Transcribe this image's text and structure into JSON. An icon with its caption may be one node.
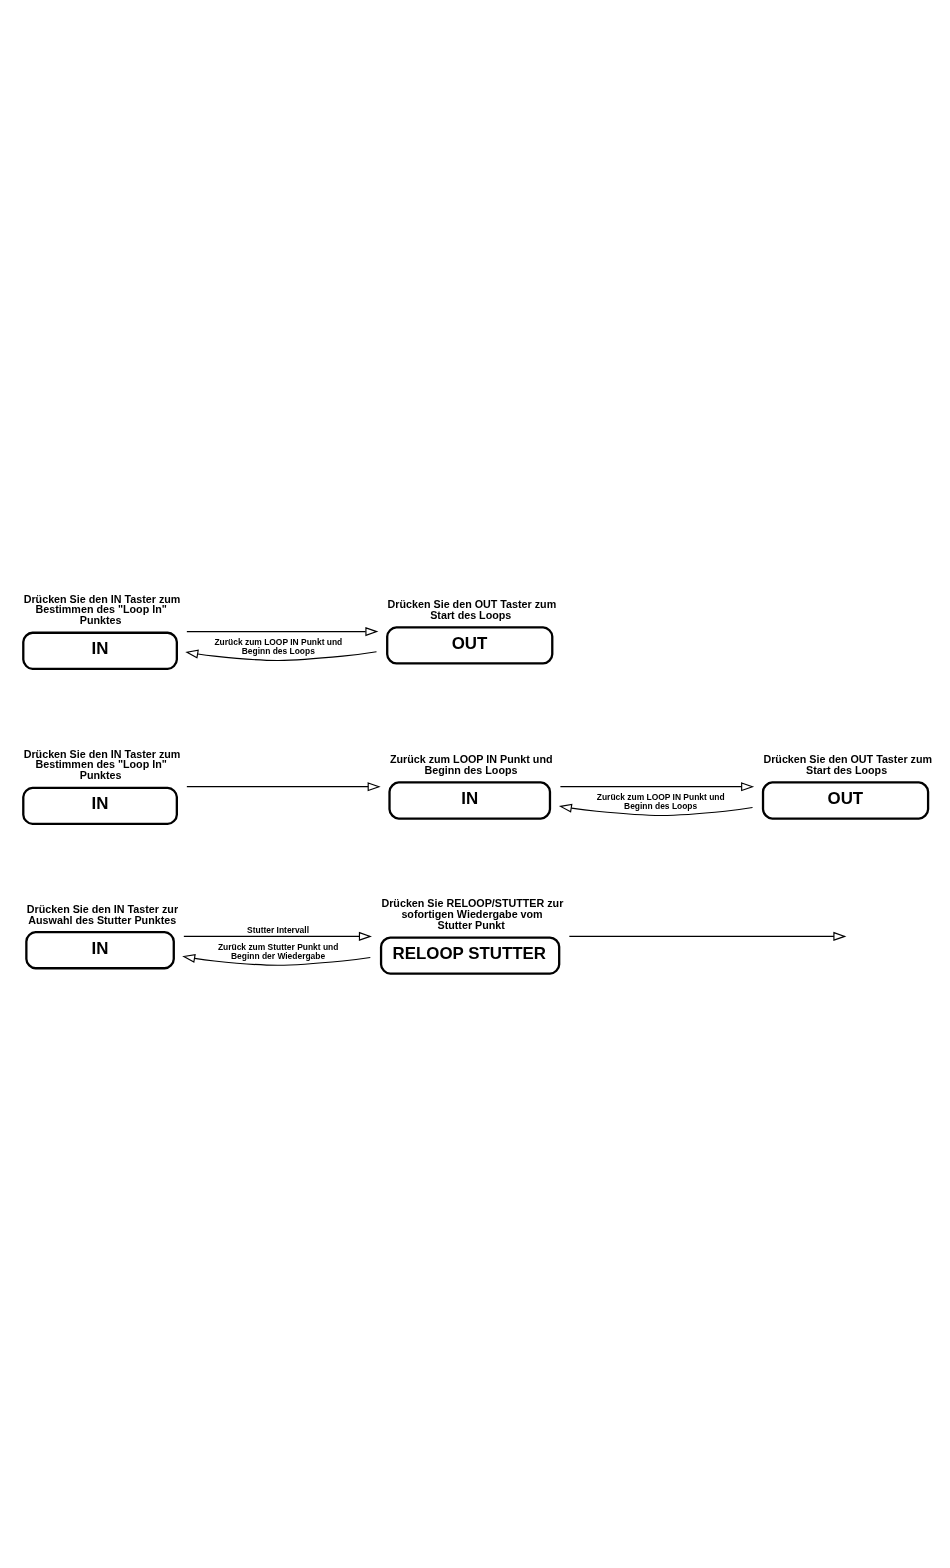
{
  "diagram": {
    "nodes": [
      {
        "text": [
          "IN"
        ],
        "beside": [
          "Drücken Sie den IN Taster zum Bestimmen des \"Loop In\" Punktes"
        ]
      },
      {
        "text": [
          "OUT"
        ],
        "beside": [
          "Drücken Sie den OUT Taster zum Start des Loops"
        ]
      },
      {
        "text": [
          "IN"
        ],
        "beside": [
          "Drücken Sie den IN Taster zum Bestimmen des \"Loop In\" Punktes"
        ]
      },
      {
        "text": [
          "IN"
        ],
        "beside": [
          "Zurück zum LOOP IN Punkt und Beginn des Loops"
        ]
      },
      {
        "text": [
          "OUT"
        ],
        "beside": [
          "Drücken Sie den OUT Taster zum Start des Loops"
        ]
      },
      {
        "text": [
          "IN"
        ],
        "beside": [
          "Drücken Sie den IN Taster zur Auswahl des Stutter Punktes"
        ]
      },
      {
        "text": [
          "RELOOP STUTTER"
        ],
        "beside": [
          "Drücken Sie RELOOP/STUTTER zur sofortigen Wiedergabe vom Stutter Punkt"
        ]
      }
    ],
    "edges": [
      {
        "from": 0,
        "to": 1,
        "arrow": "to"
      },
      {
        "from": 1,
        "to": 0,
        "arrow": "to",
        "label": "Zurück zum LOOP IN Punkt und Beginn des Loops"
      },
      {
        "from": 2,
        "to": 3,
        "arrow": "to"
      },
      {
        "from": 3,
        "to": 4,
        "arrow": "to"
      },
      {
        "from": 4,
        "to": 3,
        "arrow": "to",
        "label": "Zurück zum LOOP IN Punkt und Beginn des Loops"
      },
      {
        "from": 5,
        "to": 6,
        "arrow": "to",
        "label": "Stutter Intervall"
      },
      {
        "from": 6,
        "to": null,
        "arrow": "to"
      },
      {
        "from": 6,
        "to": 5,
        "arrow": "to",
        "label": "Zurück zum Stutter Punkt und Beginn der Wiedergabe"
      }
    ]
  }
}
